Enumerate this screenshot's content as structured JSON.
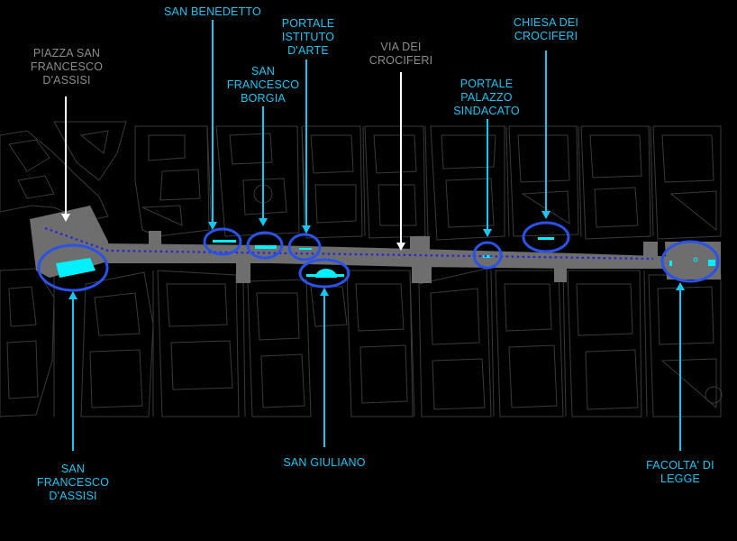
{
  "colors": {
    "background": "#000000",
    "street": "#6e6e6e",
    "building_outline": "#3a3a3a",
    "poi_label": "#19c6f2",
    "poi_fill": "#00f0ff",
    "highlight_ring": "#2a52e8",
    "route": "#2424d8",
    "place_label": "#8c8c8c",
    "place_arrow": "#ffffff"
  },
  "route": {
    "style": "dotted",
    "name": ""
  },
  "labels": {
    "piazza_san_francesco": [
      "PIAZZA SAN",
      "FRANCESCO",
      "D'ASSISI"
    ],
    "san_benedetto": [
      "SAN BENEDETTO"
    ],
    "san_francesco_borgia": [
      "SAN",
      "FRANCESCO",
      "BORGIA"
    ],
    "portale_istituto_arte": [
      "PORTALE",
      "ISTITUTO",
      "D'ARTE"
    ],
    "via_dei_crociferi": [
      "VIA DEI",
      "CROCIFERI"
    ],
    "portale_palazzo_sindacato": [
      "PORTALE",
      "PALAZZO",
      "SINDACATO"
    ],
    "chiesa_dei_crociferi": [
      "CHIESA DEI",
      "CROCIFERI"
    ],
    "san_francesco_assisi": [
      "SAN",
      "FRANCESCO",
      "D'ASSISI"
    ],
    "san_giuliano": [
      "SAN GIULIANO"
    ],
    "facolta_di_legge": [
      "FACOLTA' DI",
      "LEGGE"
    ]
  }
}
